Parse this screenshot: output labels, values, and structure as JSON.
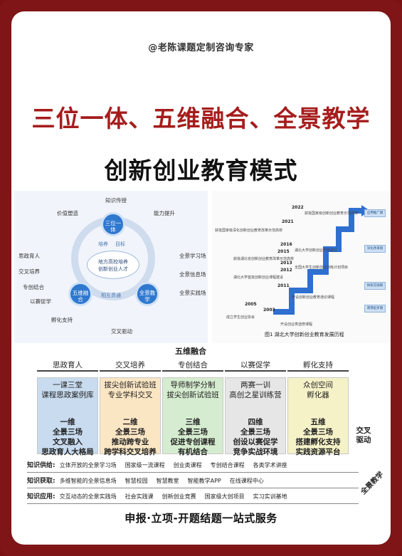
{
  "header": {
    "handle": "@老陈课题定制咨询专家",
    "title_line1": "三位一体、五维融合、全景教学",
    "title_line2": "创新创业教育模式"
  },
  "radial_figure": {
    "center": [
      "地方高校培养",
      "创新创业人才"
    ],
    "nodes": [
      "三位一体",
      "五维融合",
      "全景教学"
    ],
    "outer_labels": [
      "知识传授",
      "价值塑造",
      "能力提升",
      "思政育人",
      "全景学习场",
      "交叉培养",
      "全景信息场",
      "专创结合",
      "全景实践场",
      "以赛促学",
      "孵化支持",
      "交叉驱动"
    ],
    "inner_labels": [
      "培养",
      "目标",
      "相互贯通"
    ]
  },
  "timeline_figure": {
    "years": [
      "2022",
      "2021",
      "2016",
      "2015",
      "2013",
      "2012",
      "2011",
      "2005",
      "2003"
    ],
    "events": [
      "获批国家级创新创业教育示范高校",
      "获批国家级深化创新创业教育改革示范高校",
      "湖北大学创新创业学院成立",
      "获批湖北省创新创业教育改革示范高校",
      "全国大学生创新创业训练计划项目",
      "湖北大学首批创新创业课程建设",
      "开设创新创业教育通识课程",
      "成立学生创业协会",
      "开设创业类选修课程"
    ],
    "boxes": [
      "应用推广期",
      "深化改革期",
      "探索实践期",
      "萌芽起步期"
    ],
    "caption": "图1 湖北大学创新创业教育发展历程"
  },
  "framework": {
    "top_label": "五维融合",
    "categories": [
      "思政育人",
      "交叉培养",
      "专创结合",
      "以赛促学",
      "孵化支持"
    ],
    "colors": [
      "#c8dbef",
      "#fbe6c4",
      "#d6ecd0",
      "#e6e6e6",
      "#f6f2c8"
    ],
    "columns": [
      {
        "upper": [
          "一课三堂",
          "课程思政案例库"
        ],
        "lower": [
          "一维",
          "全景三场",
          "文叉融入",
          "思政育人大格局"
        ]
      },
      {
        "upper": [
          "拔尖创新试验班",
          "专业学科交叉"
        ],
        "lower": [
          "二维",
          "全景三场",
          "推动跨专业",
          "跨学科交叉培养"
        ]
      },
      {
        "upper": [
          "导师制学分制",
          "拔尖创新试验班"
        ],
        "lower": [
          "三维",
          "全景三场",
          "促进专创课程",
          "有机结合"
        ]
      },
      {
        "upper": [
          "两赛一训",
          "高创之星训练营"
        ],
        "lower": [
          "四维",
          "全景三场",
          "创设以赛促学",
          "竞争实战环境"
        ]
      },
      {
        "upper": [
          "众创空间",
          "孵化器"
        ],
        "lower": [
          "五维",
          "全景三场",
          "搭建孵化支持",
          "实践资源平台"
        ]
      }
    ],
    "side_label": "交叉驱动",
    "diag_label": "全景教学",
    "rows": [
      {
        "label": "知识供给:",
        "items": [
          "立体开放的全景学习场",
          "国家级一流课程",
          "创业类课程",
          "专创结合课程",
          "各类学术讲座"
        ]
      },
      {
        "label": "知识获取:",
        "items": [
          "多维智能的全景信息场",
          "智慧校园",
          "智慧教室",
          "智能教学APP",
          "在线课程中心"
        ]
      },
      {
        "label": "知识应用:",
        "items": [
          "交互动态的全景实践场",
          "社会实践课",
          "创新创业竞赛",
          "国家级大创项目",
          "实习实训基地"
        ]
      }
    ]
  },
  "footer": "申报·立项-开题结题一站式服务"
}
